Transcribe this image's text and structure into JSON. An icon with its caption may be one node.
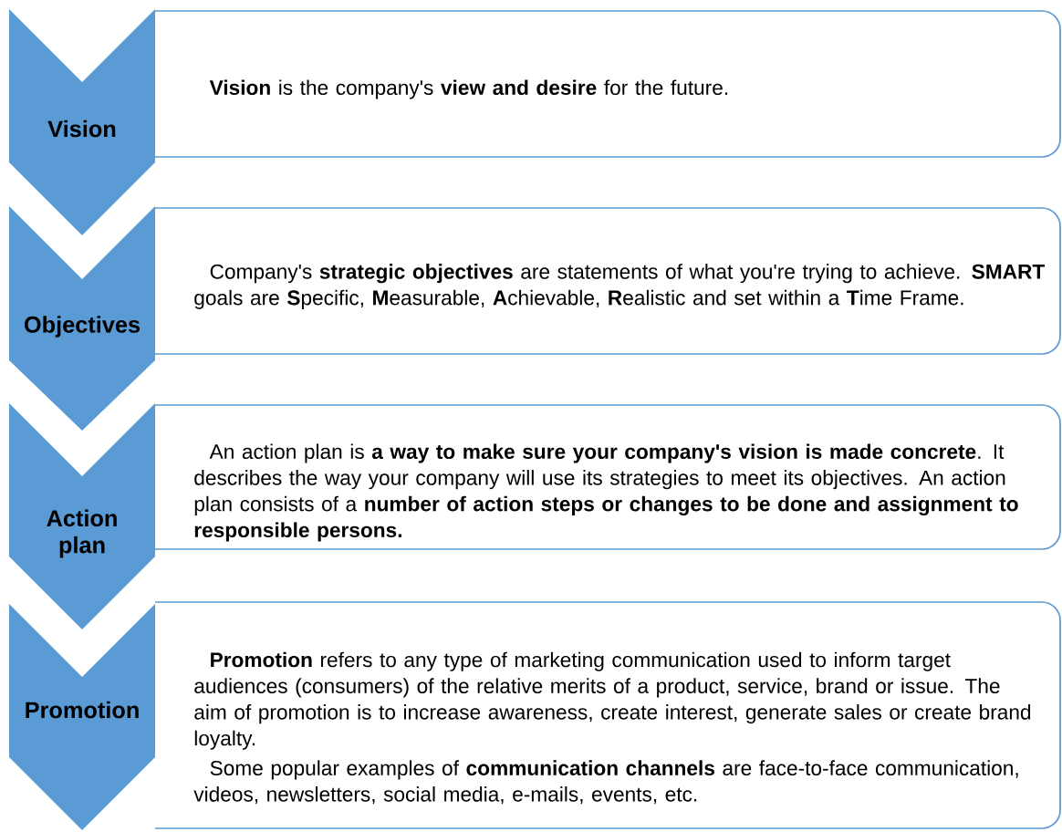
{
  "diagram": {
    "nodes": [
      {
        "text": [
          "Vision"
        ]
      },
      {
        "text": [
          "**Vision** is the company's **view and desire** for the future."
        ]
      },
      {
        "text": [
          "Objectives"
        ]
      },
      {
        "text": [
          "Company's **strategic objectives** are statements of what you're trying to achieve. **SMART** goals are **S**pecific, **M**easurable, **A**chievable, **R**ealistic and set within a **T**ime Frame."
        ]
      },
      {
        "text": [
          "Action plan"
        ]
      },
      {
        "text": [
          "An action plan is **a way to make sure your company's vision is made concrete**. It describes the way your company will use its strategies to meet its objectives. An action plan consists of a **number of action steps or changes to be done and assignment to responsible persons.**"
        ]
      },
      {
        "text": [
          "Promotion"
        ]
      },
      {
        "text": [
          "**Promotion** refers to any type of marketing communication used to inform target audiences (consumers) of the relative merits of a product, service, brand or issue. The aim of promotion is to increase awareness, create interest, generate sales or create brand loyalty.",
          "Some popular examples of **communication channels** are face-to-face communication, videos, newsletters, social media, e-mails, events, etc."
        ]
      }
    ]
  }
}
